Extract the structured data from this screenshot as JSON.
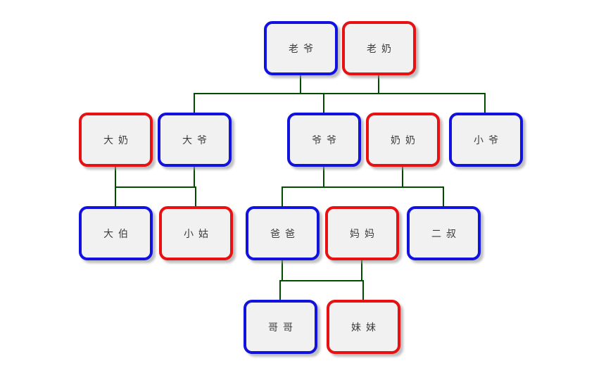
{
  "diagram": {
    "type": "family-tree",
    "nodes": [
      {
        "id": "laoye",
        "label": "老爷",
        "gender": "male",
        "generation": 1
      },
      {
        "id": "laonai",
        "label": "老奶",
        "gender": "female",
        "generation": 1
      },
      {
        "id": "danai",
        "label": "大奶",
        "gender": "female",
        "generation": 2
      },
      {
        "id": "daye",
        "label": "大爷",
        "gender": "male",
        "generation": 2
      },
      {
        "id": "yeye",
        "label": "爷爷",
        "gender": "male",
        "generation": 2
      },
      {
        "id": "nainai",
        "label": "奶奶",
        "gender": "female",
        "generation": 2
      },
      {
        "id": "xiaoye",
        "label": "小爷",
        "gender": "male",
        "generation": 2
      },
      {
        "id": "dabo",
        "label": "大伯",
        "gender": "male",
        "generation": 3
      },
      {
        "id": "xiaogu",
        "label": "小姑",
        "gender": "female",
        "generation": 3
      },
      {
        "id": "baba",
        "label": "爸爸",
        "gender": "male",
        "generation": 3
      },
      {
        "id": "mama",
        "label": "妈妈",
        "gender": "female",
        "generation": 3
      },
      {
        "id": "ershu",
        "label": "二叔",
        "gender": "male",
        "generation": 3
      },
      {
        "id": "gege",
        "label": "哥哥",
        "gender": "male",
        "generation": 4
      },
      {
        "id": "meimei",
        "label": "妹妹",
        "gender": "female",
        "generation": 4
      }
    ],
    "colors": {
      "male_border": "#1212e0",
      "female_border": "#e81010",
      "connector": "#004d00",
      "node_fill": "#f1f1f1",
      "label_text": "#3c3c3c",
      "background": "#ffffff"
    }
  }
}
